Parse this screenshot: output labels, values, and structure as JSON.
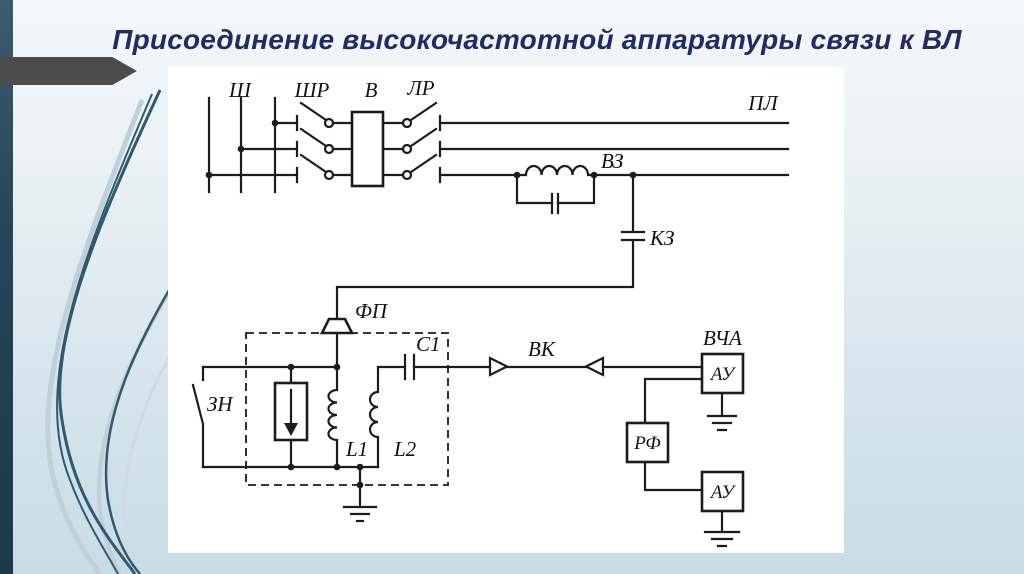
{
  "slide": {
    "title": "Присоединение высокочастотной аппаратуры связи к ВЛ",
    "title_color": "#212b66",
    "background_top": "#f3f8fa",
    "background_bottom": "#c8dce6",
    "accent_bar_color": "#24455a",
    "arrow_color": "#4c4c4c",
    "panel_color": "#ffffff"
  },
  "diagram": {
    "line_color": "#1c1c1c",
    "labels": {
      "bus": "Ш",
      "bus_disconnector": "ШР",
      "breaker": "В",
      "line_disconnector": "ЛР",
      "power_line": "ПЛ",
      "line_trap": "ВЗ",
      "coupling_capacitor": "КЗ",
      "coupling_filter": "ФП",
      "grounding_switch": "ЗН",
      "capacitor_c1": "С1",
      "hf_cable": "ВК",
      "hf_apparatus": "ВЧА",
      "terminal_unit_1": "АУ",
      "separation_filter": "РФ",
      "terminal_unit_2": "АУ",
      "inductor_l1": "L1",
      "inductor_l2": "L2"
    }
  }
}
